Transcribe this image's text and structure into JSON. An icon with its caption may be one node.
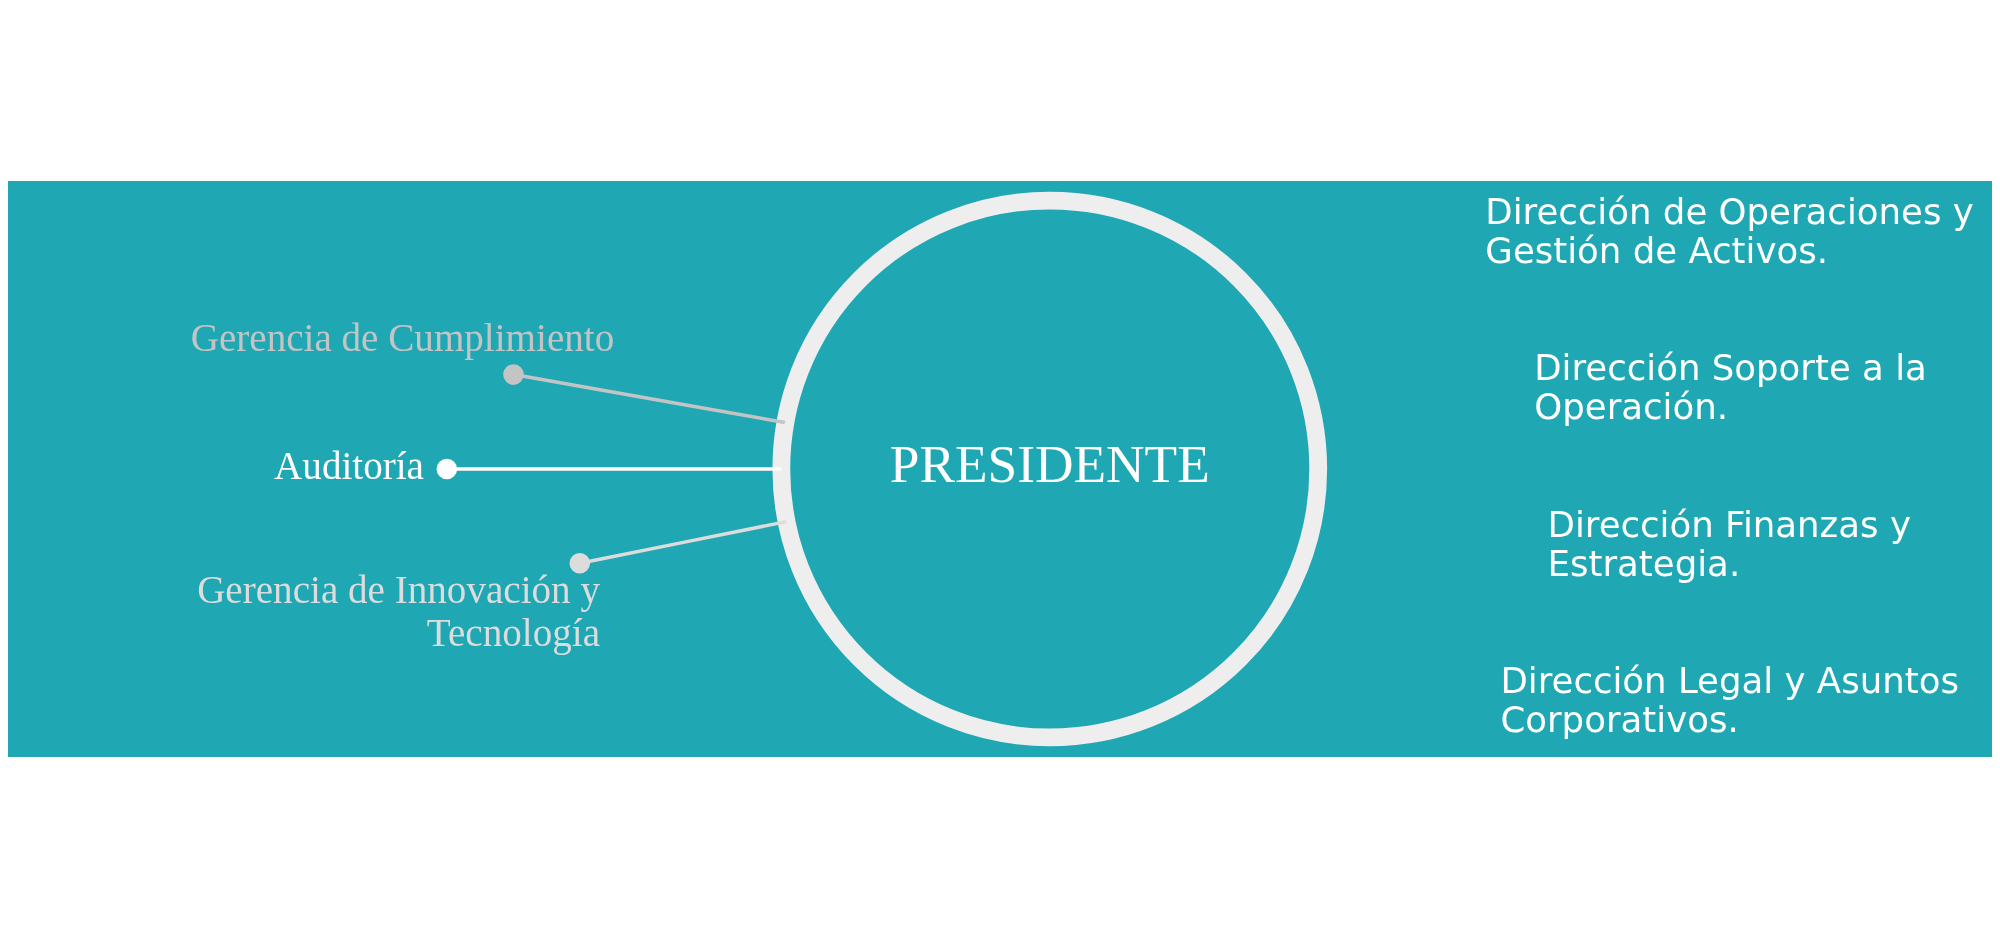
{
  "diagram": {
    "nodes": [
      {
        "text": [
          "PRESIDENTE"
        ]
      },
      {
        "text": [
          "Gerencia de Cumplimiento"
        ]
      },
      {
        "text": [
          "Auditoría"
        ]
      },
      {
        "text": [
          "Gerencia de Innovación y Tecnología"
        ]
      },
      {
        "text": [
          "Dirección de Operaciones y Gestión de Activos."
        ]
      },
      {
        "text": [
          "Dirección Soporte a la Operación."
        ]
      },
      {
        "text": [
          "Dirección Finanzas y Estrategia."
        ]
      },
      {
        "text": [
          "Dirección Legal y Asuntos Corporativos."
        ]
      }
    ],
    "edges": [
      {
        "from": 0,
        "to": 1,
        "arrow": "other",
        "color": "#c4c4c4"
      },
      {
        "from": 0,
        "to": 2,
        "arrow": "other",
        "color": "#ffffff"
      },
      {
        "from": 0,
        "to": 3,
        "arrow": "other",
        "color": "#dcdcdc"
      }
    ]
  }
}
